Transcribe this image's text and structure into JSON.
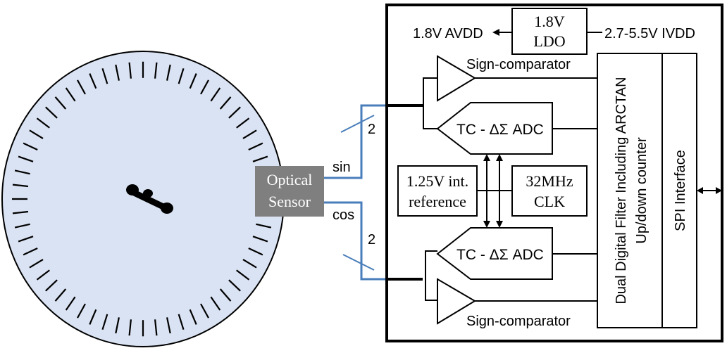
{
  "encoder": {
    "tick_count": 60
  },
  "sensor": {
    "line1": "Optical",
    "line2": "Sensor"
  },
  "signals": {
    "sin": "sin",
    "cos": "cos",
    "bus_width_top": "2",
    "bus_width_bottom": "2"
  },
  "power": {
    "avdd": "1.8V AVDD",
    "ivdd": "2.7-5.5V IVDD",
    "ldo_line1": "1.8V",
    "ldo_line2": "LDO"
  },
  "blocks": {
    "comparator_top": "Sign-comparator",
    "comparator_bottom": "Sign-comparator",
    "adc_top": "TC - ΔΣ ADC",
    "adc_bottom": "TC - ΔΣ ADC",
    "ref_line1": "1.25V int.",
    "ref_line2": "reference",
    "clk_line1": "32MHz",
    "clk_line2": "CLK",
    "filter_line1": "Dual Digital Filter Including ARCTAN",
    "filter_line2": "Up/down counter",
    "spi": "SPI Interface"
  },
  "colors": {
    "disc_fill": "#dae3f3",
    "sensor_fill": "#7f7f7f",
    "signal_line": "#4a7ebb",
    "ink": "#000000"
  }
}
